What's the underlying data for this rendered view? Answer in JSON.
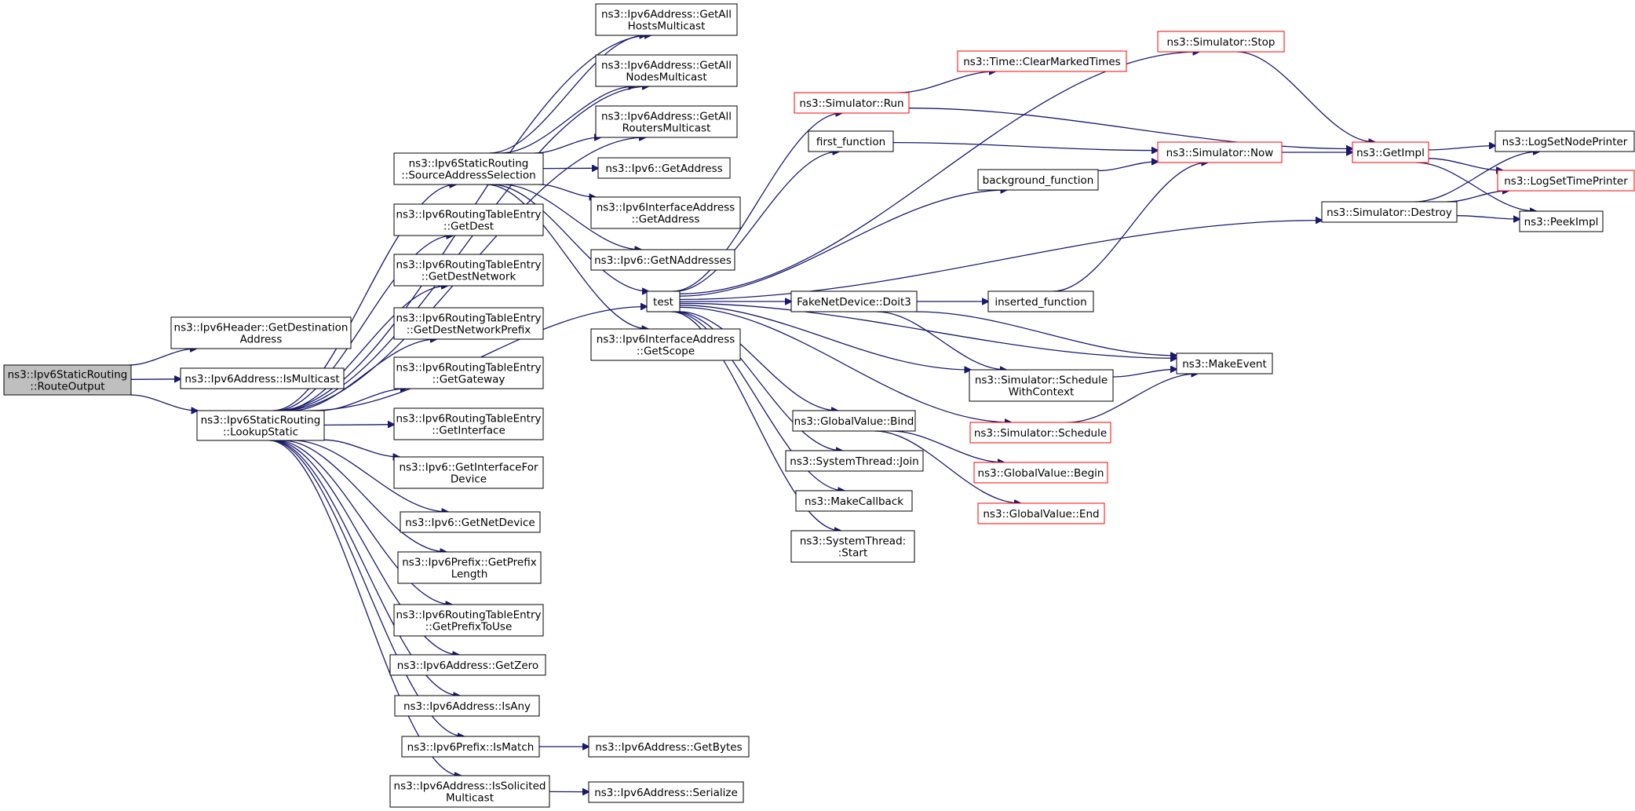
{
  "nodes": {
    "route_output": {
      "lines": [
        "ns3::Ipv6StaticRouting",
        "::RouteOutput"
      ]
    },
    "get_destination_address": {
      "lines": [
        "ns3::Ipv6Header::GetDestination",
        "Address"
      ]
    },
    "is_multicast": {
      "lines": [
        "ns3::Ipv6Address::IsMulticast"
      ]
    },
    "lookup_static": {
      "lines": [
        "ns3::Ipv6StaticRouting",
        "::LookupStatic"
      ]
    },
    "get_all_hosts_multicast": {
      "lines": [
        "ns3::Ipv6Address::GetAll",
        "HostsMulticast"
      ]
    },
    "get_all_nodes_multicast": {
      "lines": [
        "ns3::Ipv6Address::GetAll",
        "NodesMulticast"
      ]
    },
    "get_all_routers_multicast": {
      "lines": [
        "ns3::Ipv6Address::GetAll",
        "RoutersMulticast"
      ]
    },
    "source_address_selection": {
      "lines": [
        "ns3::Ipv6StaticRouting",
        "::SourceAddressSelection"
      ]
    },
    "ipv6_get_address": {
      "lines": [
        "ns3::Ipv6::GetAddress"
      ]
    },
    "interface_address_get_address": {
      "lines": [
        "ns3::Ipv6InterfaceAddress",
        "::GetAddress"
      ]
    },
    "get_n_addresses": {
      "lines": [
        "ns3::Ipv6::GetNAddresses"
      ]
    },
    "get_scope": {
      "lines": [
        "ns3::Ipv6InterfaceAddress",
        "::GetScope"
      ]
    },
    "rte_get_dest": {
      "lines": [
        "ns3::Ipv6RoutingTableEntry",
        "::GetDest"
      ]
    },
    "rte_get_dest_network": {
      "lines": [
        "ns3::Ipv6RoutingTableEntry",
        "::GetDestNetwork"
      ]
    },
    "rte_get_dest_network_prefix": {
      "lines": [
        "ns3::Ipv6RoutingTableEntry",
        "::GetDestNetworkPrefix"
      ]
    },
    "rte_get_gateway": {
      "lines": [
        "ns3::Ipv6RoutingTableEntry",
        "::GetGateway"
      ]
    },
    "rte_get_interface": {
      "lines": [
        "ns3::Ipv6RoutingTableEntry",
        "::GetInterface"
      ]
    },
    "get_interface_for_device": {
      "lines": [
        "ns3::Ipv6::GetInterfaceFor",
        "Device"
      ]
    },
    "get_net_device": {
      "lines": [
        "ns3::Ipv6::GetNetDevice"
      ]
    },
    "get_prefix_length": {
      "lines": [
        "ns3::Ipv6Prefix::GetPrefix",
        "Length"
      ]
    },
    "rte_get_prefix_to_use": {
      "lines": [
        "ns3::Ipv6RoutingTableEntry",
        "::GetPrefixToUse"
      ]
    },
    "get_zero": {
      "lines": [
        "ns3::Ipv6Address::GetZero"
      ]
    },
    "is_any": {
      "lines": [
        "ns3::Ipv6Address::IsAny"
      ]
    },
    "is_match": {
      "lines": [
        "ns3::Ipv6Prefix::IsMatch"
      ]
    },
    "get_bytes": {
      "lines": [
        "ns3::Ipv6Address::GetBytes"
      ]
    },
    "is_solicited_multicast": {
      "lines": [
        "ns3::Ipv6Address::IsSolicited",
        "Multicast"
      ]
    },
    "serialize": {
      "lines": [
        "ns3::Ipv6Address::Serialize"
      ]
    },
    "test": {
      "lines": [
        "test"
      ]
    },
    "simulator_stop": {
      "lines": [
        "ns3::Simulator::Stop"
      ]
    },
    "clear_marked_times": {
      "lines": [
        "ns3::Time::ClearMarkedTimes"
      ]
    },
    "simulator_run": {
      "lines": [
        "ns3::Simulator::Run"
      ]
    },
    "first_function": {
      "lines": [
        "first_function"
      ]
    },
    "background_function": {
      "lines": [
        "background_function"
      ]
    },
    "simulator_now": {
      "lines": [
        "ns3::Simulator::Now"
      ]
    },
    "get_impl": {
      "lines": [
        "ns3::GetImpl"
      ]
    },
    "log_set_node_printer": {
      "lines": [
        "ns3::LogSetNodePrinter"
      ]
    },
    "log_set_time_printer": {
      "lines": [
        "ns3::LogSetTimePrinter"
      ]
    },
    "simulator_destroy": {
      "lines": [
        "ns3::Simulator::Destroy"
      ]
    },
    "peek_impl": {
      "lines": [
        "ns3::PeekImpl"
      ]
    },
    "fake_net_device_doit3": {
      "lines": [
        "FakeNetDevice::Doit3"
      ]
    },
    "inserted_function": {
      "lines": [
        "inserted_function"
      ]
    },
    "schedule_with_context": {
      "lines": [
        "ns3::Simulator::Schedule",
        "WithContext"
      ]
    },
    "make_event": {
      "lines": [
        "ns3::MakeEvent"
      ]
    },
    "simulator_schedule": {
      "lines": [
        "ns3::Simulator::Schedule"
      ]
    },
    "global_value_bind": {
      "lines": [
        "ns3::GlobalValue::Bind"
      ]
    },
    "global_value_begin": {
      "lines": [
        "ns3::GlobalValue::Begin"
      ]
    },
    "global_value_end": {
      "lines": [
        "ns3::GlobalValue::End"
      ]
    },
    "system_thread_join": {
      "lines": [
        "ns3::SystemThread::Join"
      ]
    },
    "make_callback": {
      "lines": [
        "ns3::MakeCallback"
      ]
    },
    "system_thread_start": {
      "lines": [
        "ns3::SystemThread:",
        ":Start"
      ]
    }
  },
  "edges": [
    [
      "route_output",
      "get_destination_address"
    ],
    [
      "route_output",
      "is_multicast"
    ],
    [
      "route_output",
      "lookup_static"
    ],
    [
      "lookup_static",
      "get_all_hosts_multicast"
    ],
    [
      "lookup_static",
      "get_all_nodes_multicast"
    ],
    [
      "lookup_static",
      "get_all_routers_multicast"
    ],
    [
      "lookup_static",
      "source_address_selection"
    ],
    [
      "lookup_static",
      "rte_get_dest"
    ],
    [
      "lookup_static",
      "rte_get_dest_network"
    ],
    [
      "lookup_static",
      "rte_get_dest_network_prefix"
    ],
    [
      "lookup_static",
      "rte_get_gateway"
    ],
    [
      "lookup_static",
      "rte_get_interface"
    ],
    [
      "lookup_static",
      "get_interface_for_device"
    ],
    [
      "lookup_static",
      "get_net_device"
    ],
    [
      "lookup_static",
      "get_prefix_length"
    ],
    [
      "lookup_static",
      "rte_get_prefix_to_use"
    ],
    [
      "lookup_static",
      "get_zero"
    ],
    [
      "lookup_static",
      "is_any"
    ],
    [
      "lookup_static",
      "is_match"
    ],
    [
      "lookup_static",
      "is_solicited_multicast"
    ],
    [
      "lookup_static",
      "test"
    ],
    [
      "source_address_selection",
      "get_all_hosts_multicast"
    ],
    [
      "source_address_selection",
      "get_all_nodes_multicast"
    ],
    [
      "source_address_selection",
      "get_all_routers_multicast"
    ],
    [
      "source_address_selection",
      "ipv6_get_address"
    ],
    [
      "source_address_selection",
      "interface_address_get_address"
    ],
    [
      "source_address_selection",
      "get_n_addresses"
    ],
    [
      "source_address_selection",
      "get_scope"
    ],
    [
      "source_address_selection",
      "test"
    ],
    [
      "is_match",
      "get_bytes"
    ],
    [
      "is_solicited_multicast",
      "serialize"
    ],
    [
      "test",
      "simulator_stop"
    ],
    [
      "test",
      "simulator_run"
    ],
    [
      "test",
      "first_function"
    ],
    [
      "test",
      "background_function"
    ],
    [
      "test",
      "simulator_destroy"
    ],
    [
      "test",
      "make_event"
    ],
    [
      "test",
      "fake_net_device_doit3"
    ],
    [
      "test",
      "schedule_with_context"
    ],
    [
      "test",
      "simulator_schedule"
    ],
    [
      "test",
      "global_value_bind"
    ],
    [
      "test",
      "system_thread_join"
    ],
    [
      "test",
      "make_callback"
    ],
    [
      "test",
      "system_thread_start"
    ],
    [
      "simulator_stop",
      "get_impl"
    ],
    [
      "simulator_run",
      "clear_marked_times"
    ],
    [
      "simulator_run",
      "get_impl"
    ],
    [
      "first_function",
      "simulator_now"
    ],
    [
      "background_function",
      "simulator_now"
    ],
    [
      "simulator_now",
      "get_impl"
    ],
    [
      "get_impl",
      "log_set_node_printer"
    ],
    [
      "get_impl",
      "log_set_time_printer"
    ],
    [
      "get_impl",
      "peek_impl"
    ],
    [
      "simulator_destroy",
      "log_set_node_printer"
    ],
    [
      "simulator_destroy",
      "log_set_time_printer"
    ],
    [
      "simulator_destroy",
      "peek_impl"
    ],
    [
      "fake_net_device_doit3",
      "inserted_function"
    ],
    [
      "fake_net_device_doit3",
      "schedule_with_context"
    ],
    [
      "fake_net_device_doit3",
      "make_event"
    ],
    [
      "inserted_function",
      "simulator_now"
    ],
    [
      "schedule_with_context",
      "make_event"
    ],
    [
      "simulator_schedule",
      "make_event"
    ],
    [
      "global_value_bind",
      "global_value_begin"
    ],
    [
      "global_value_bind",
      "global_value_end"
    ]
  ],
  "colors": {
    "edge": "#191970",
    "root_fill": "#bfbfbf",
    "truncated_border": "#ff0000",
    "normal_border": "#000000"
  }
}
